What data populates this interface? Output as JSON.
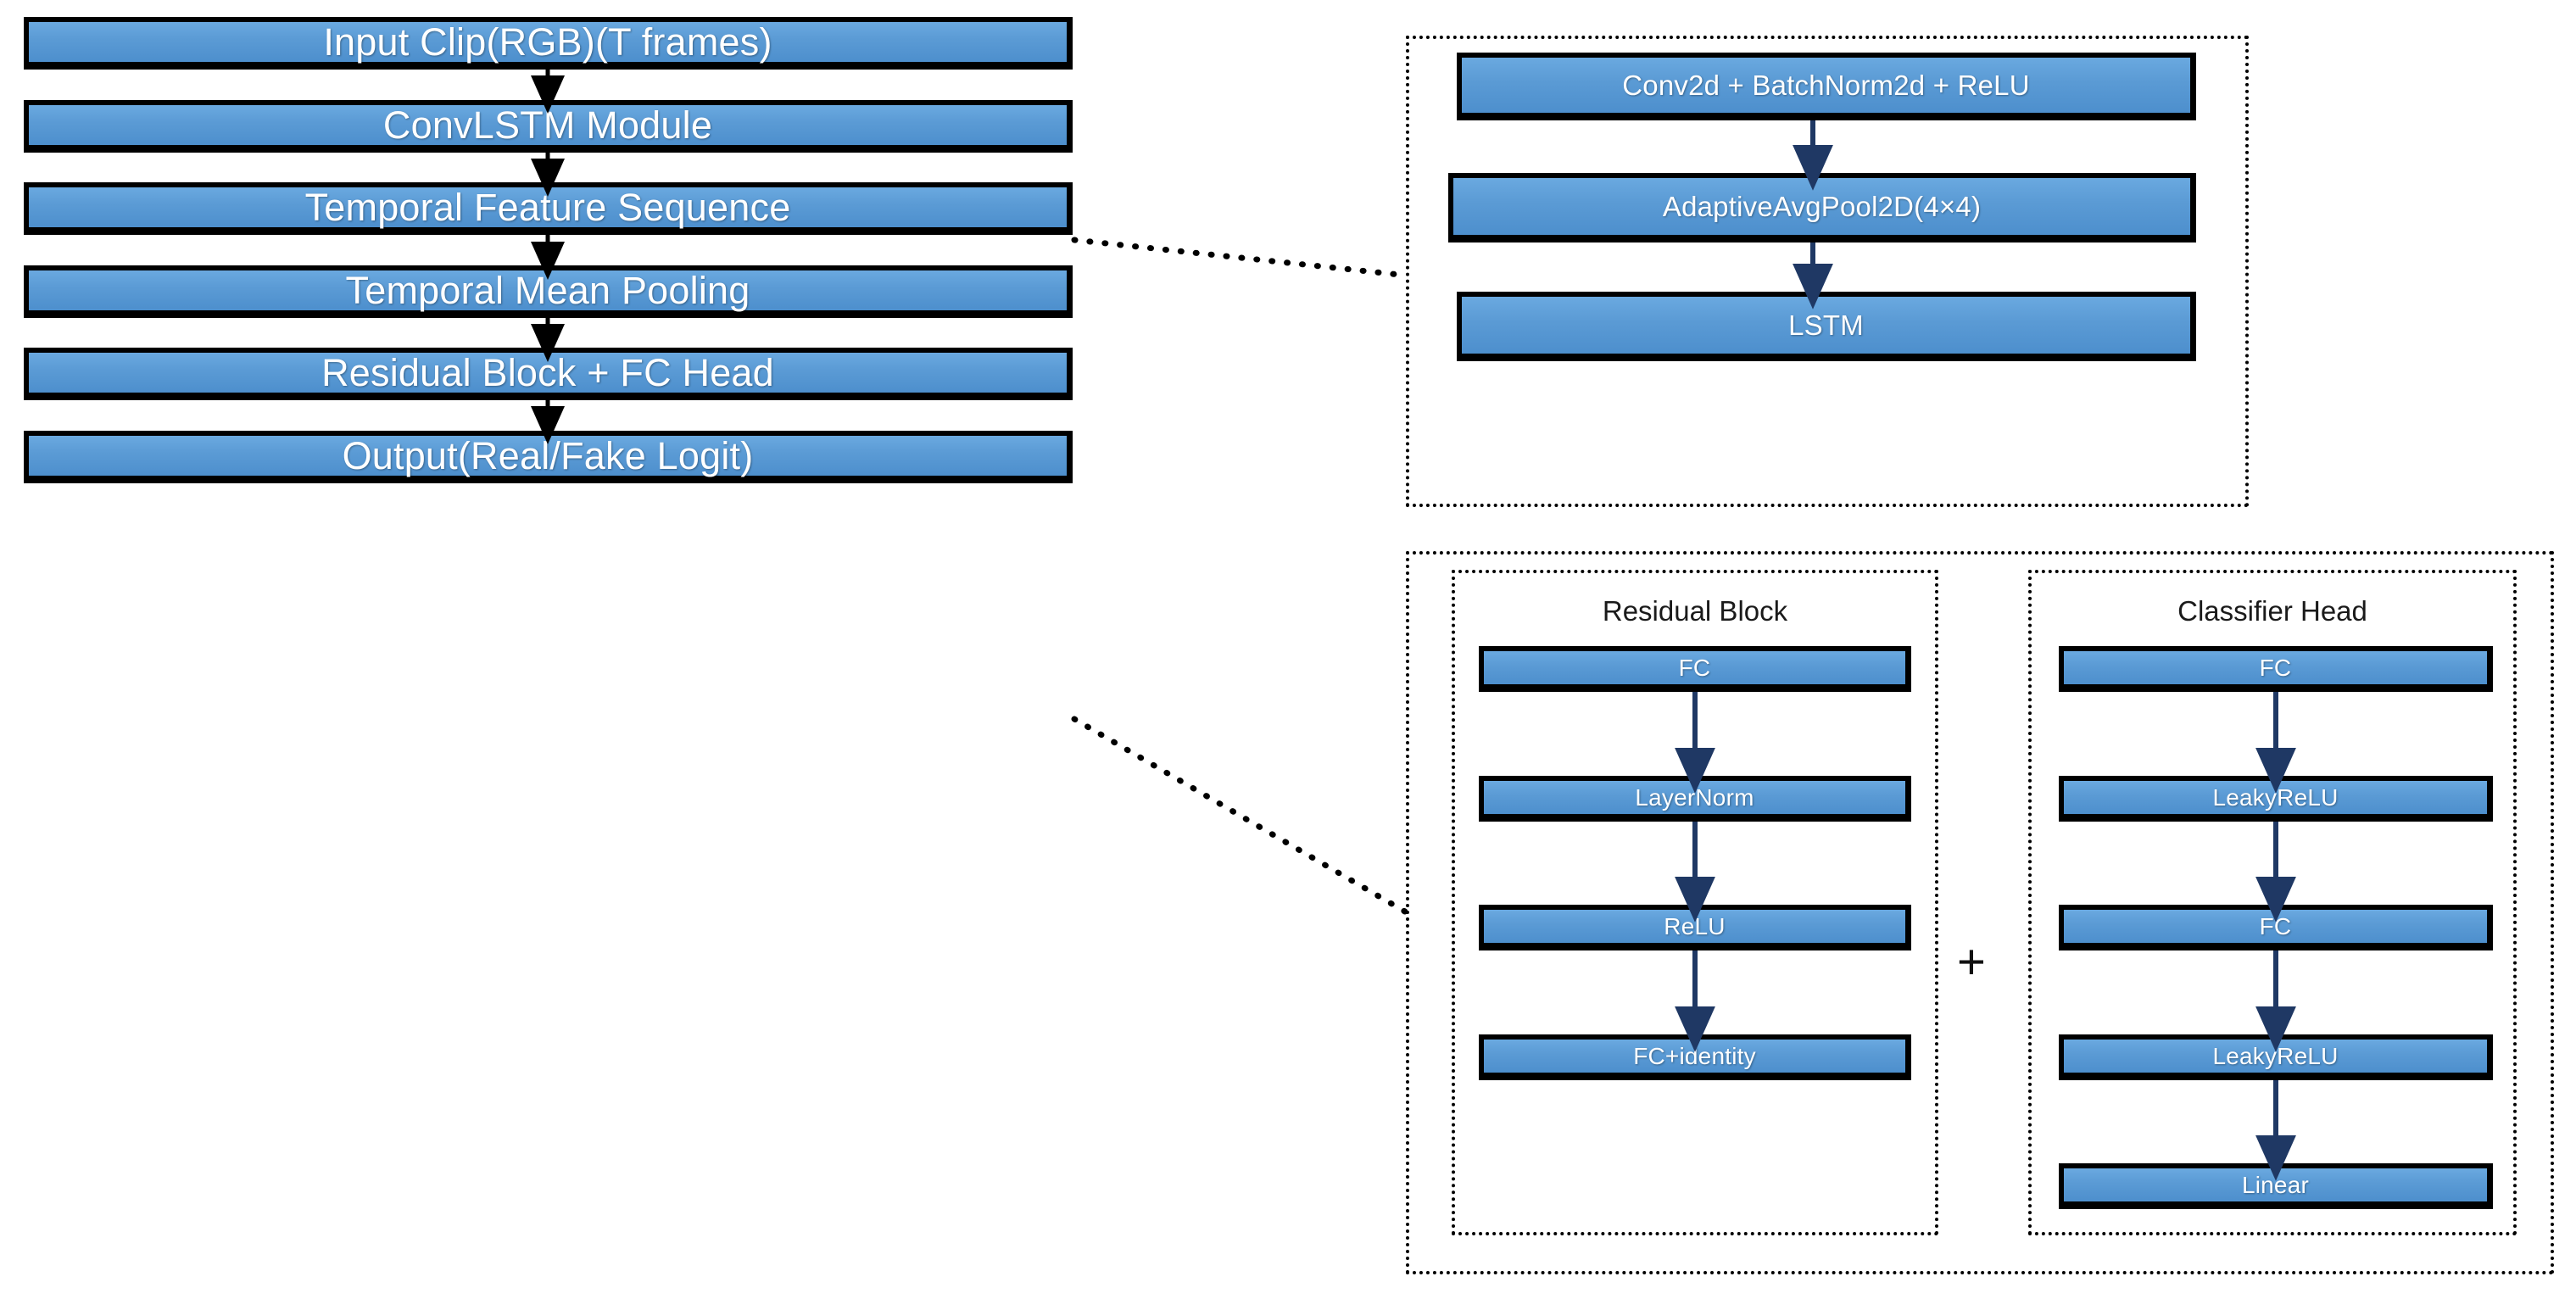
{
  "diagram": {
    "title": "ConvLSTM deepfake detection architecture",
    "colors": {
      "box_fill": "#5B9BD5",
      "box_border": "#000000",
      "text": "#FFFFFF",
      "arrow": "#1F3864",
      "main_arrow": "#000000",
      "dotted_border": "#000000",
      "background": "#FFFFFF"
    },
    "main_pipeline": {
      "name": "main-pipeline",
      "steps": [
        {
          "label": "Input Clip(RGB)(T frames)"
        },
        {
          "label": "ConvLSTM Module"
        },
        {
          "label": "Temporal Feature Sequence"
        },
        {
          "label": "Temporal Mean Pooling"
        },
        {
          "label": "Residual Block + FC Head"
        },
        {
          "label": "Output(Real/Fake Logit)"
        }
      ]
    },
    "convlstm_detail": {
      "name": "convlstm-detail",
      "steps": [
        {
          "label": "Conv2d + BatchNorm2d + ReLU"
        },
        {
          "label": "AdaptiveAvgPool2D(4×4)"
        },
        {
          "label": "LSTM"
        }
      ]
    },
    "head_detail": {
      "name": "head-detail",
      "operator": "+",
      "groups": [
        {
          "title": "Residual Block",
          "steps": [
            {
              "label": "FC"
            },
            {
              "label": "LayerNorm"
            },
            {
              "label": "ReLU"
            },
            {
              "label": "FC+identity"
            }
          ]
        },
        {
          "title": "Classifier Head",
          "steps": [
            {
              "label": "FC"
            },
            {
              "label": "LeakyReLU"
            },
            {
              "label": "FC"
            },
            {
              "label": "LeakyReLU"
            },
            {
              "label": "Linear"
            }
          ]
        }
      ]
    },
    "connectors": [
      {
        "from": "ConvLSTM Module",
        "to": "convlstm-detail",
        "style": "dotted"
      },
      {
        "from": "Residual Block + FC Head",
        "to": "head-detail",
        "style": "dotted"
      }
    ]
  }
}
